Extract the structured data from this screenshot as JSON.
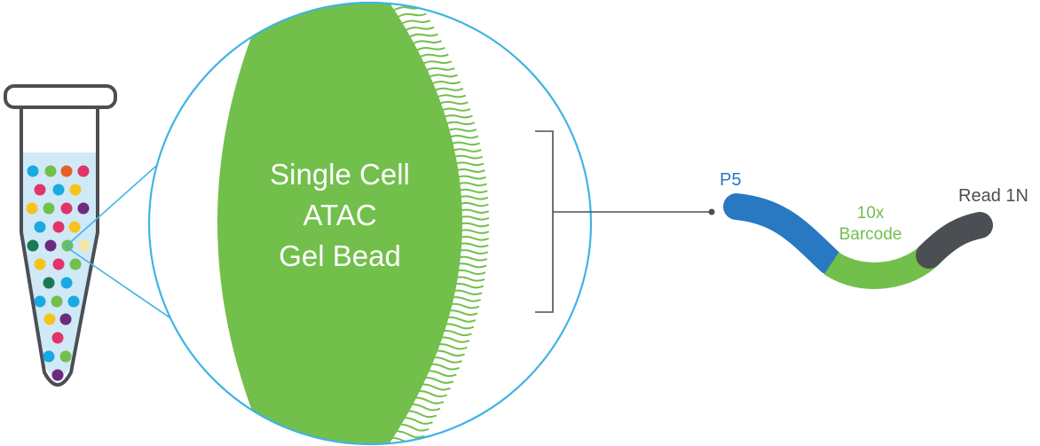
{
  "bead": {
    "line1": "Single Cell",
    "line2": "ATAC",
    "line3": "Gel Bead"
  },
  "oligo": {
    "p5_label": "P5",
    "barcode_label_1": "10x",
    "barcode_label_2": "Barcode",
    "read_label": "Read 1N"
  },
  "colors": {
    "blue": "#2878c2",
    "green": "#72bf4b",
    "dark_gray": "#4b4f54",
    "cyan_line": "#3fb4e5",
    "tube_liquid": "#cfe9f6",
    "bead_text": "#ffffff",
    "dot_pink": "#e2336b",
    "dot_cyan": "#1aa9e0",
    "dot_yellow": "#f7c31a",
    "dot_purple": "#6c2b7d",
    "dot_orange": "#e5602b",
    "dot_darkgreen": "#1c7a52"
  },
  "icons": {
    "tube": "microcentrifuge-tube-icon",
    "magnifier": "zoom-circle",
    "bracket": "bracket-pointer"
  }
}
